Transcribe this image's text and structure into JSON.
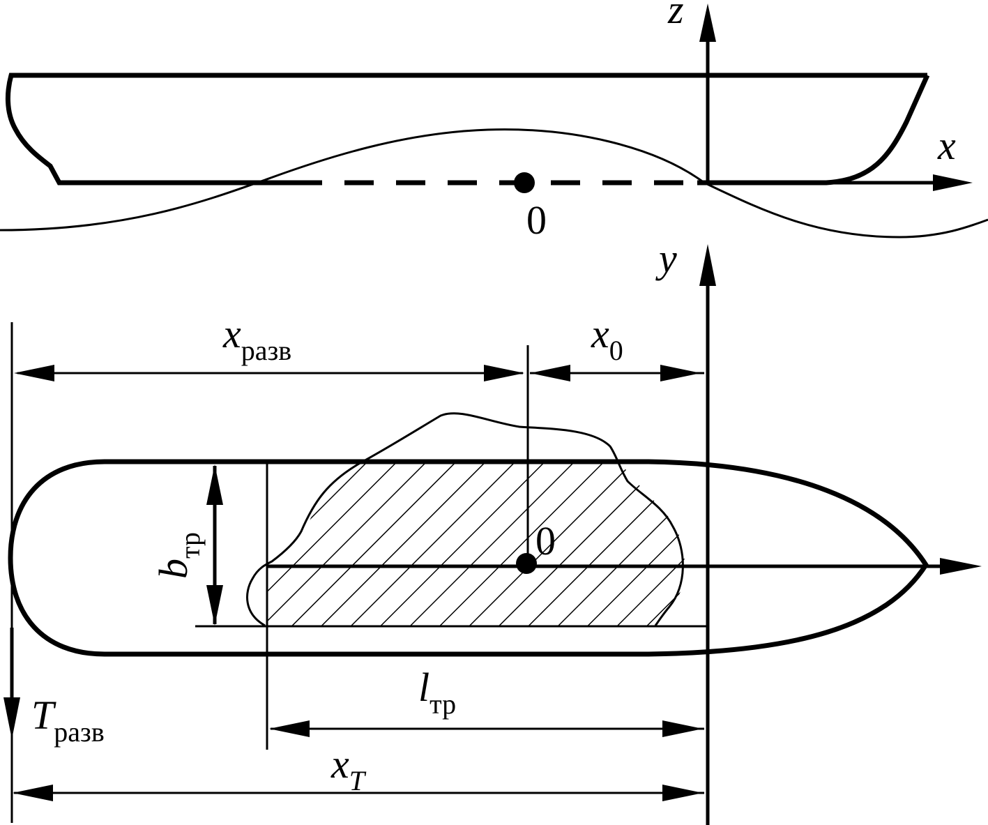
{
  "colors": {
    "ink": "#000000",
    "background": "#ffffff"
  },
  "side_view": {
    "axis_z": "z",
    "axis_x": "x",
    "origin": "0"
  },
  "plan_view": {
    "axis_y": "y",
    "origin": "0",
    "x_razv": {
      "symbol": "x",
      "subscript": "разв"
    },
    "x_0": {
      "symbol": "x",
      "subscript": "0"
    },
    "b_tr": {
      "symbol": "b",
      "subscript": "тр"
    },
    "l_tr": {
      "symbol": "l",
      "subscript": "тр"
    },
    "T_razv": {
      "symbol": "T",
      "subscript": "разв"
    },
    "x_T": {
      "symbol": "x",
      "subscript": "T"
    }
  }
}
